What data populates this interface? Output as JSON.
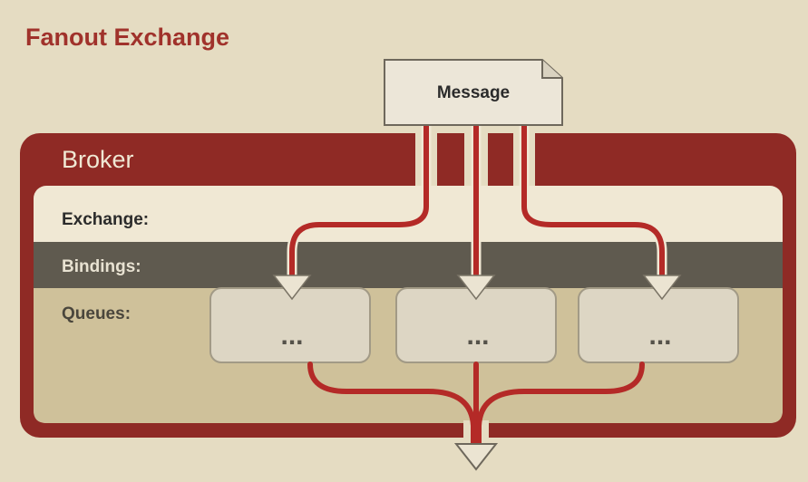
{
  "title": "Fanout Exchange",
  "message_label": "Message",
  "broker_label": "Broker",
  "row_labels": {
    "exchange": "Exchange:",
    "bindings": "Bindings:",
    "queues": "Queues:"
  },
  "queues": [
    {
      "label": "..."
    },
    {
      "label": "..."
    },
    {
      "label": "..."
    }
  ],
  "colors": {
    "background": "#e5dcc2",
    "brand_red": "#8f2a25",
    "line_red": "#b42a27",
    "panel_cream": "#f0e8d4",
    "bindings_band": "#5f5a4f",
    "queues_area": "#cfc19a",
    "queue_box": "#ddd6c4",
    "message_box": "#ece6d8",
    "text_dark": "#2b2b2b",
    "text_light": "#e8e2d2"
  }
}
